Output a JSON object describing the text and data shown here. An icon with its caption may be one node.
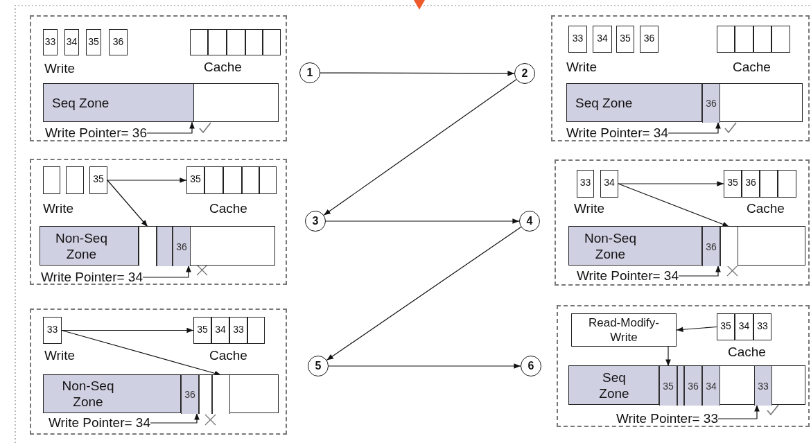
{
  "diagram": {
    "nodes": [
      {
        "text": [
          "Write",
          "Cache"
        ]
      },
      {
        "text": [
          "33"
        ],
        "in": 0
      },
      {
        "text": [
          "34"
        ],
        "in": 0
      },
      {
        "text": [
          "35"
        ],
        "in": 0
      },
      {
        "text": [
          "36"
        ],
        "in": 0
      },
      {
        "text": [],
        "shape": "box",
        "in": 0
      },
      {
        "text": [],
        "shape": "box",
        "in": 0
      },
      {
        "text": [],
        "shape": "box",
        "in": 0
      },
      {
        "text": [],
        "shape": "box",
        "in": 0
      },
      {
        "text": [],
        "shape": "box",
        "in": 0
      },
      {
        "text": [
          "Seq Zone"
        ],
        "in": 0
      },
      {
        "text": [
          "Write Pointer= 36"
        ],
        "in": 0
      },
      {
        "text": [
          "1"
        ]
      },
      {
        "text": [
          "2"
        ]
      },
      {
        "text": [
          "Write",
          "Cache"
        ]
      },
      {
        "text": [
          "33"
        ],
        "in": 14
      },
      {
        "text": [
          "34"
        ],
        "in": 14
      },
      {
        "text": [
          "35"
        ],
        "in": 14
      },
      {
        "text": [
          "36"
        ],
        "in": 14
      },
      {
        "text": [],
        "shape": "box",
        "in": 14
      },
      {
        "text": [],
        "shape": "box",
        "in": 14
      },
      {
        "text": [],
        "shape": "box",
        "in": 14
      },
      {
        "text": [],
        "shape": "box",
        "in": 14
      },
      {
        "text": [
          "Seq Zone"
        ],
        "in": 14
      },
      {
        "text": [
          "36"
        ],
        "in": 23
      },
      {
        "text": [
          "Write Pointer= 34"
        ],
        "in": 14
      },
      {
        "text": [
          "Write",
          "Cache"
        ]
      },
      {
        "text": [],
        "shape": "box",
        "in": 26
      },
      {
        "text": [],
        "shape": "box",
        "in": 26
      },
      {
        "text": [
          "35"
        ],
        "in": 26
      },
      {
        "text": [
          "35"
        ],
        "in": 26
      },
      {
        "text": [],
        "shape": "box",
        "in": 26
      },
      {
        "text": [],
        "shape": "box",
        "in": 26
      },
      {
        "text": [],
        "shape": "box",
        "in": 26
      },
      {
        "text": [],
        "shape": "box",
        "in": 26
      },
      {
        "text": [
          "Non-Seq Zone"
        ],
        "in": 26
      },
      {
        "text": [],
        "shape": "box",
        "in": 35
      },
      {
        "text": [],
        "shape": "box",
        "in": 35
      },
      {
        "text": [
          "36"
        ],
        "in": 35
      },
      {
        "text": [
          "Write Pointer= 34"
        ],
        "in": 26
      },
      {
        "text": [
          "3"
        ]
      },
      {
        "text": [
          "4"
        ]
      },
      {
        "text": [
          "Write",
          "Cache"
        ]
      },
      {
        "text": [
          "33"
        ],
        "in": 42
      },
      {
        "text": [
          "34"
        ],
        "in": 42
      },
      {
        "text": [
          "35"
        ],
        "in": 42
      },
      {
        "text": [
          "36"
        ],
        "in": 42
      },
      {
        "text": [],
        "shape": "box",
        "in": 42
      },
      {
        "text": [],
        "shape": "box",
        "in": 42
      },
      {
        "text": [
          "Non-Seq Zone"
        ],
        "in": 42
      },
      {
        "text": [
          "36"
        ],
        "in": 49
      },
      {
        "text": [],
        "shape": "box",
        "in": 49
      },
      {
        "text": [
          "Write Pointer= 34"
        ],
        "in": 42
      },
      {
        "text": [
          "Write",
          "Cache"
        ]
      },
      {
        "text": [
          "33"
        ],
        "in": 53
      },
      {
        "text": [
          "35"
        ],
        "in": 53
      },
      {
        "text": [
          "34"
        ],
        "in": 53
      },
      {
        "text": [
          "33"
        ],
        "in": 53
      },
      {
        "text": [],
        "shape": "box",
        "in": 53
      },
      {
        "text": [
          "Non-Seq Zone"
        ],
        "in": 53
      },
      {
        "text": [
          "36"
        ],
        "in": 59
      },
      {
        "text": [],
        "shape": "box",
        "in": 59
      },
      {
        "text": [],
        "shape": "box",
        "in": 59
      },
      {
        "text": [
          "Write Pointer= 34"
        ],
        "in": 53
      },
      {
        "text": [
          "5"
        ]
      },
      {
        "text": [
          "6"
        ]
      },
      {
        "text": [
          "Cache"
        ]
      },
      {
        "text": [
          "Read-Modify-Write"
        ],
        "in": 66
      },
      {
        "text": [
          "35"
        ],
        "in": 66
      },
      {
        "text": [
          "34"
        ],
        "in": 66
      },
      {
        "text": [
          "33"
        ],
        "in": 66
      },
      {
        "text": [
          "Seq Zone"
        ],
        "in": 66
      },
      {
        "text": [
          "35"
        ],
        "in": 71
      },
      {
        "text": [],
        "shape": "box",
        "in": 71
      },
      {
        "text": [
          "36"
        ],
        "in": 71
      },
      {
        "text": [
          "34"
        ],
        "in": 71
      },
      {
        "text": [
          "33"
        ],
        "in": 71
      },
      {
        "text": [
          "Write Pointer= 33"
        ],
        "in": 66
      }
    ],
    "edges": [
      {
        "from": 11,
        "to": 10,
        "arrow": "to"
      },
      {
        "from": 12,
        "to": 13,
        "arrow": "to"
      },
      {
        "from": 25,
        "to": 23,
        "arrow": "to"
      },
      {
        "from": 13,
        "to": 40,
        "arrow": "to"
      },
      {
        "from": 29,
        "to": 30,
        "arrow": "to"
      },
      {
        "from": 29,
        "to": 36,
        "arrow": "to"
      },
      {
        "from": 39,
        "to": 35,
        "arrow": "to"
      },
      {
        "from": 40,
        "to": 41,
        "arrow": "to"
      },
      {
        "from": 44,
        "to": 45,
        "arrow": "to"
      },
      {
        "from": 44,
        "to": 51,
        "arrow": "to"
      },
      {
        "from": 52,
        "to": 49,
        "arrow": "to"
      },
      {
        "from": 41,
        "to": 64,
        "arrow": "to"
      },
      {
        "from": 54,
        "to": 55,
        "arrow": "to"
      },
      {
        "from": 54,
        "to": 62,
        "arrow": "to"
      },
      {
        "from": 63,
        "to": 59,
        "arrow": "to"
      },
      {
        "from": 64,
        "to": 65,
        "arrow": "to"
      },
      {
        "from": 68,
        "to": 67,
        "arrow": "to"
      },
      {
        "from": 67,
        "to": 72,
        "arrow": "to"
      },
      {
        "from": 77,
        "to": 71,
        "arrow": "to"
      }
    ]
  }
}
